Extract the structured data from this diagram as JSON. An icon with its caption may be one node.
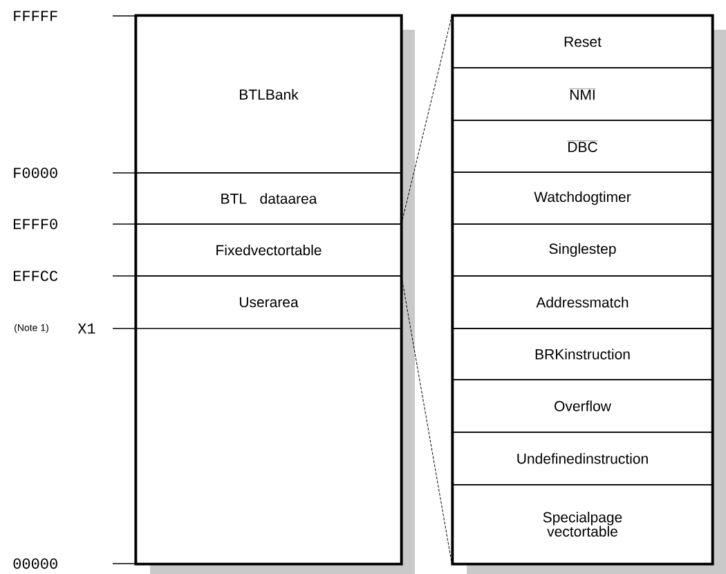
{
  "diagram": {
    "nodes": [
      {
        "text": [],
        "shape": "box"
      },
      {
        "text": [
          "BTLBank"
        ],
        "in": 0
      },
      {
        "text": [
          "BTL dataarea"
        ],
        "in": 0
      },
      {
        "text": [
          "Fixedvectortable"
        ],
        "in": 0
      },
      {
        "text": [
          "Userarea"
        ],
        "in": 0
      },
      {
        "text": [],
        "shape": "box"
      },
      {
        "text": [
          "Reset"
        ],
        "in": 5
      },
      {
        "text": [
          "NMI"
        ],
        "in": 5
      },
      {
        "text": [
          "DBC"
        ],
        "in": 5
      },
      {
        "text": [
          "Watchdogtimer"
        ],
        "in": 5
      },
      {
        "text": [
          "Singlestep"
        ],
        "in": 5
      },
      {
        "text": [
          "Addressmatch"
        ],
        "in": 5
      },
      {
        "text": [
          "BRKinstruction"
        ],
        "in": 5
      },
      {
        "text": [
          "Overflow"
        ],
        "in": 5
      },
      {
        "text": [
          "Undefinedinstruction"
        ],
        "in": 5
      },
      {
        "text": [
          "Specialpage vectortable"
        ],
        "in": 5
      }
    ],
    "edges": [
      {
        "from": 3,
        "to": 5,
        "arrow": "none",
        "style": "dashed"
      },
      {
        "from": 3,
        "to": 5,
        "arrow": "none",
        "style": "dashed"
      }
    ],
    "labels": [
      "FFFFF",
      "F0000",
      "EFFF0",
      "EFFCC",
      "(Note 1)",
      "X1",
      "00000"
    ]
  }
}
